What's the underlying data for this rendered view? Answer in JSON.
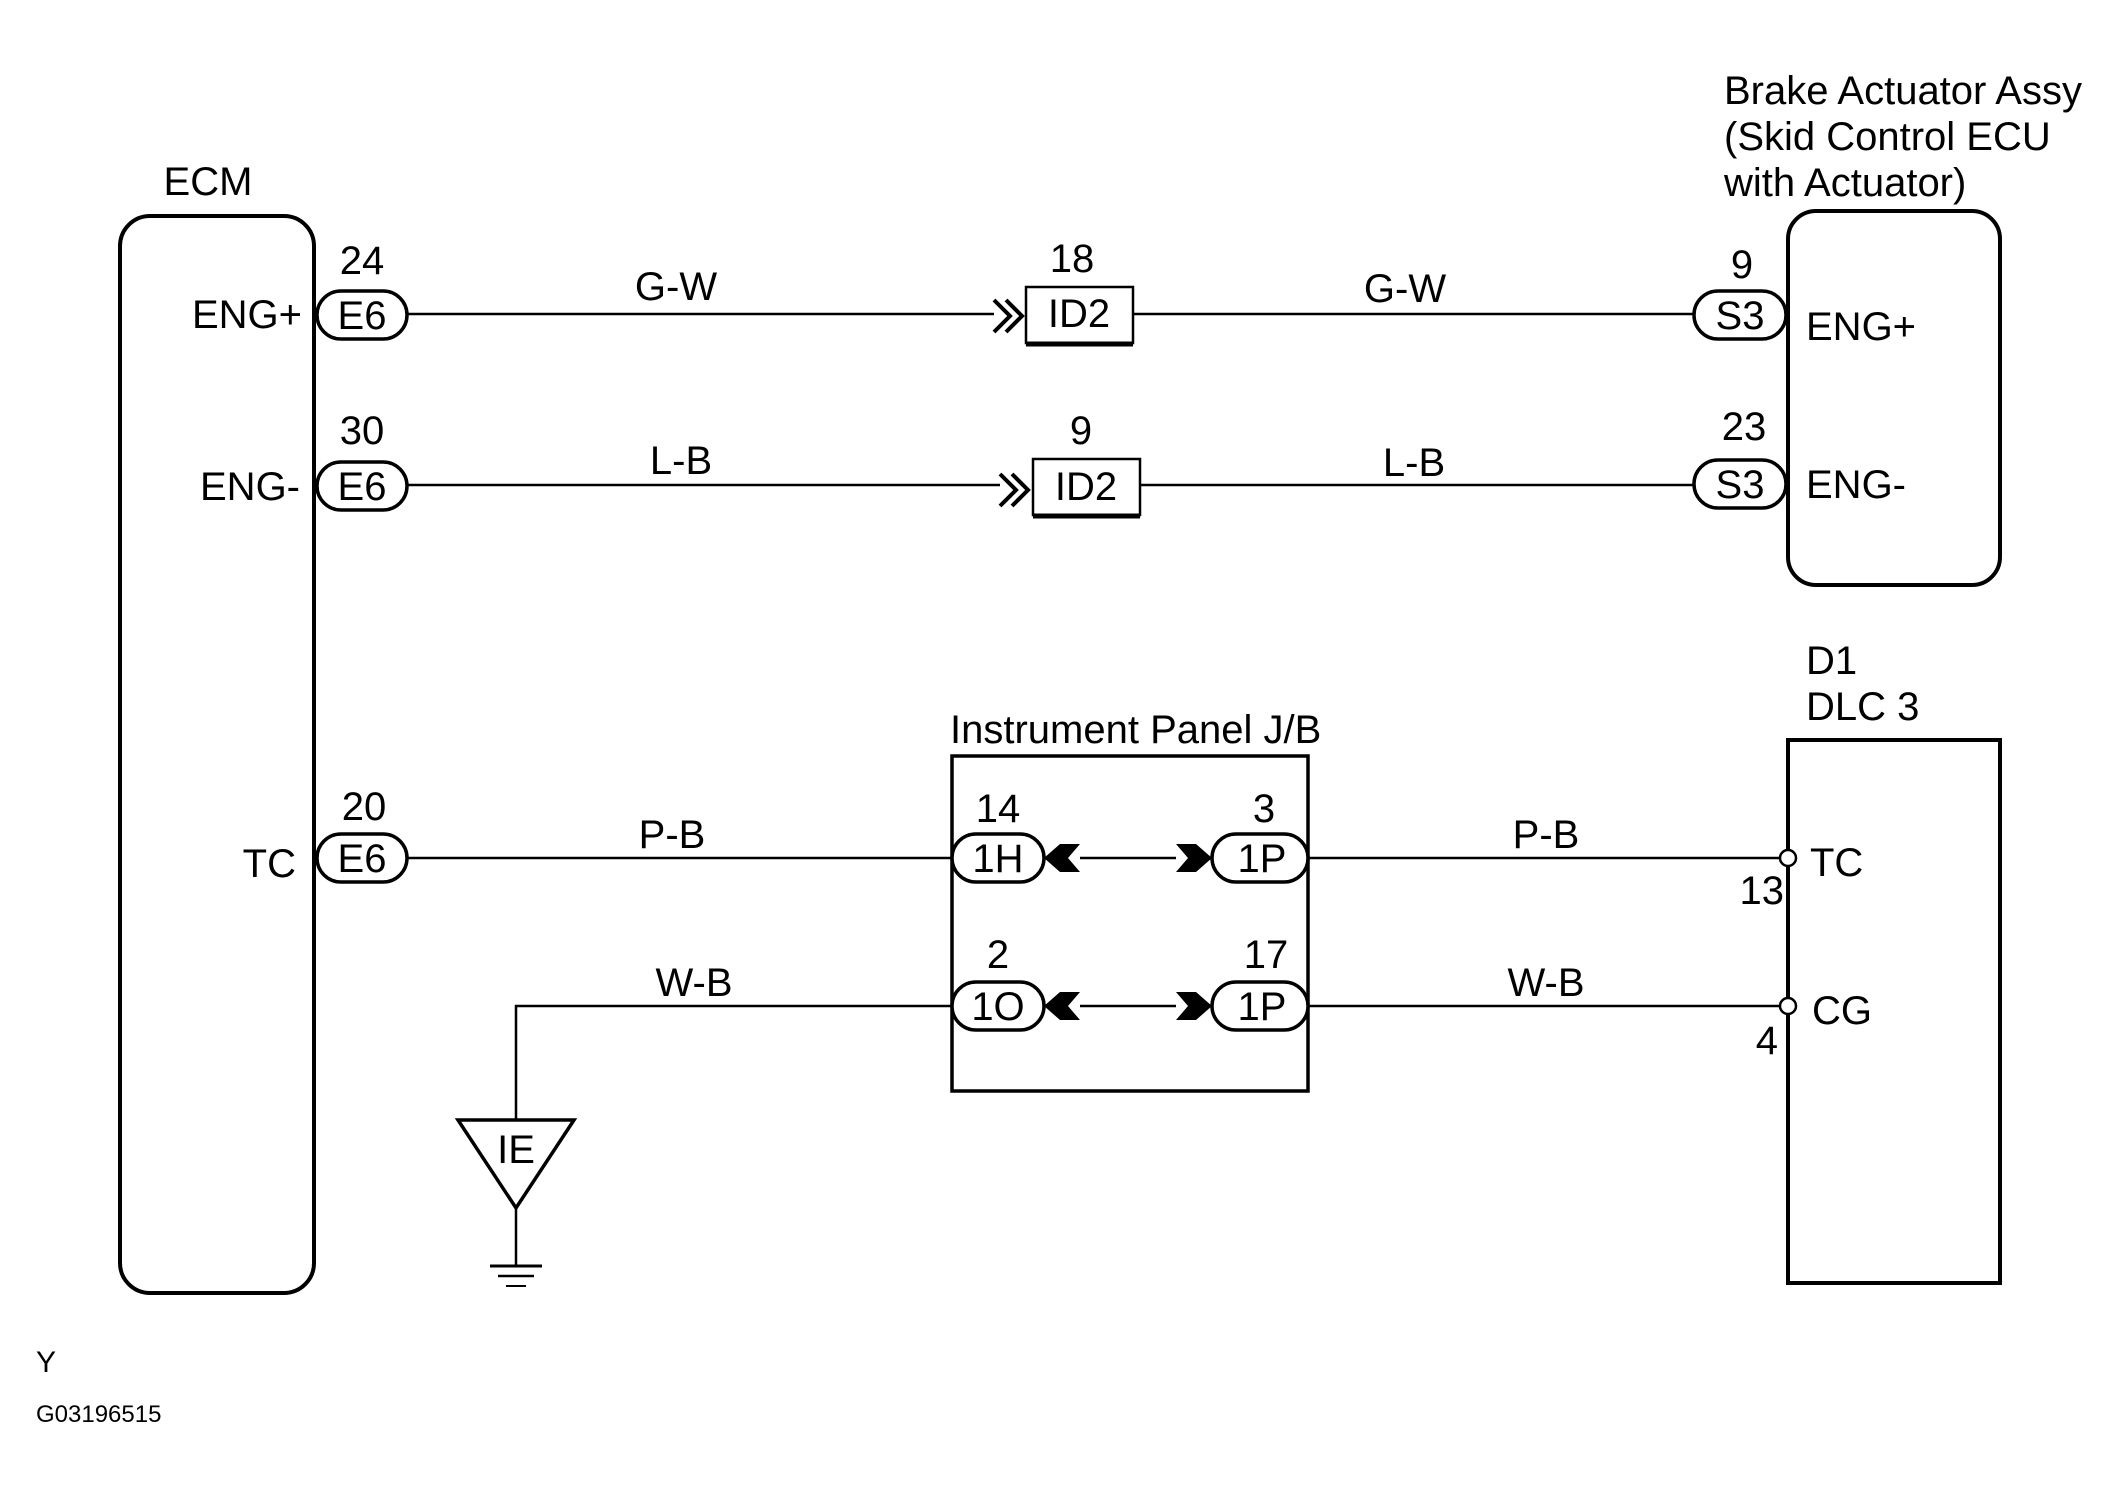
{
  "components": {
    "ecm": {
      "title": "ECM",
      "pins": {
        "eng_plus": "ENG+",
        "eng_minus": "ENG-",
        "tc": "TC"
      }
    },
    "brake_actuator": {
      "title_lines": [
        "Brake Actuator Assy",
        "(Skid Control ECU",
        "with Actuator)"
      ],
      "pins": {
        "eng_plus": "ENG+",
        "eng_minus": "ENG-"
      }
    },
    "dlc3": {
      "title_lines": [
        "D1",
        "DLC 3"
      ],
      "pins": {
        "tc": "TC",
        "cg": "CG"
      },
      "pin_numbers": {
        "tc": "13",
        "cg": "4"
      }
    },
    "junction_block": {
      "title": "Instrument Panel J/B"
    },
    "ground": {
      "label": "IE"
    }
  },
  "connectors": {
    "ecm_eng_plus": {
      "code": "E6",
      "pin": "24"
    },
    "ecm_eng_minus": {
      "code": "E6",
      "pin": "30"
    },
    "ecm_tc": {
      "code": "E6",
      "pin": "20"
    },
    "id2_top": {
      "code": "ID2",
      "pin": "18"
    },
    "id2_bottom": {
      "code": "ID2",
      "pin": "9"
    },
    "s3_top": {
      "code": "S3",
      "pin": "9"
    },
    "s3_bottom": {
      "code": "S3",
      "pin": "23"
    },
    "jb_1h": {
      "code": "1H",
      "pin": "14"
    },
    "jb_1p_top": {
      "code": "1P",
      "pin": "3"
    },
    "jb_1o": {
      "code": "1O",
      "pin": "2"
    },
    "jb_1p_bottom": {
      "code": "1P",
      "pin": "17"
    }
  },
  "wires": {
    "eng_plus_left": "G-W",
    "eng_plus_right": "G-W",
    "eng_minus_left": "L-B",
    "eng_minus_right": "L-B",
    "tc_left": "P-B",
    "tc_right": "P-B",
    "cg_left": "W-B",
    "cg_right": "W-B"
  },
  "footer": {
    "corner_letter": "Y",
    "figure_id": "G03196515"
  }
}
